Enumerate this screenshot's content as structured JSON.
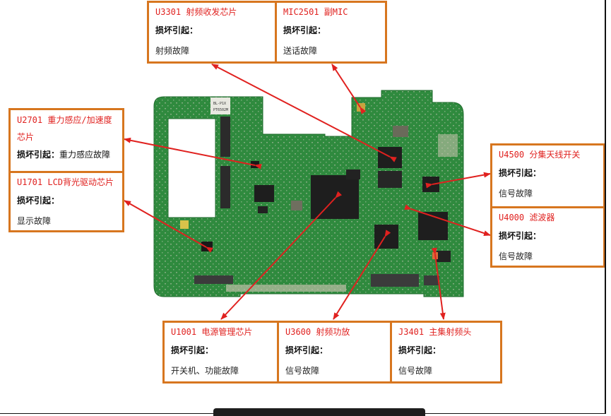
{
  "labels": {
    "cause_key": "损坏引起：",
    "u3301": {
      "title": "U3301 射频收发芯片",
      "value": "射频故障"
    },
    "mic2501": {
      "title": "MIC2501 副MIC",
      "value": "送话故障"
    },
    "u2701": {
      "title": "U2701 重力感应/加速度芯片",
      "value": "重力感应故障",
      "key": "损坏引起："
    },
    "u1701": {
      "title": "U1701 LCD背光驱动芯片",
      "value": "显示故障"
    },
    "u4500": {
      "title": "U4500  分集天线开关",
      "value": "信号故障"
    },
    "u4000": {
      "title": "U4000  滤波器",
      "value": "信号故障"
    },
    "u1001": {
      "title": "U1001 电源管理芯片",
      "value": "开关机、功能故障"
    },
    "u3600": {
      "title": "U3600 射频功放",
      "value": "信号故障"
    },
    "j3401": {
      "title": "J3401 主集射频头",
      "value": "信号故障"
    }
  },
  "colors": {
    "border": "#d7761f",
    "title": "#e0211f",
    "arrow": "#e0211f",
    "pcb": "#2f8a3e",
    "pcb_dark": "#1f6b2c"
  },
  "pcb_text": [
    "BL-P1X",
    "PT6502M"
  ]
}
